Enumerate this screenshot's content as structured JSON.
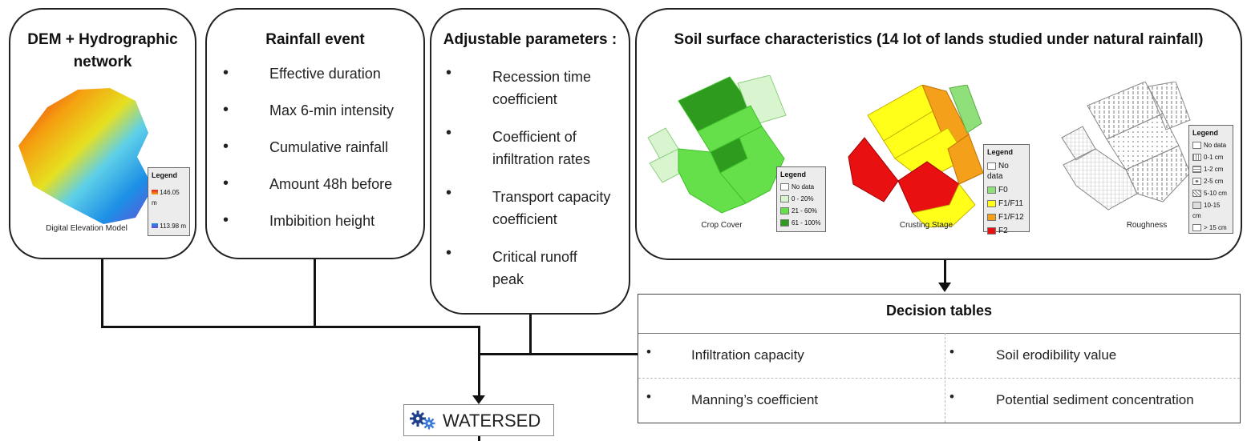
{
  "dem": {
    "title_line1": "DEM + Hydrographic",
    "title_line2": "network",
    "caption": "Digital Elevation Model",
    "legend_title": "Legend",
    "legend_max": "146.05 m",
    "legend_min": "113.98 m"
  },
  "rainfall": {
    "title": "Rainfall event",
    "items": [
      "Effective duration",
      "Max 6-min intensity",
      "Cumulative rainfall",
      "Amount 48h before",
      "Imbibition height"
    ]
  },
  "adjustable": {
    "title": "Adjustable parameters :",
    "items": [
      {
        "line1": "Recession time",
        "line2": "coefficient"
      },
      {
        "line1": "Coefficient of",
        "line2": "infiltration rates"
      },
      {
        "line1": "Transport capacity",
        "line2": "coefficient"
      },
      {
        "line1": "Critical runoff",
        "line2": "peak"
      }
    ]
  },
  "soil": {
    "title": "Soil surface characteristics (14 lot of lands studied under natural rainfall)",
    "maps": [
      {
        "caption": "Crop Cover",
        "legend_title": "Legend",
        "legend": [
          {
            "label": "No data",
            "color": "#ffffff"
          },
          {
            "label": "0 - 20%",
            "color": "#d9f5d0"
          },
          {
            "label": "21 - 60%",
            "color": "#66e04a"
          },
          {
            "label": "61 - 100%",
            "color": "#2e9a1e"
          }
        ]
      },
      {
        "caption": "Crusting Stage",
        "legend_title": "Legend",
        "legend": [
          {
            "label": "No data",
            "color": "#ffffff"
          },
          {
            "label": "F0",
            "color": "#8fe07a"
          },
          {
            "label": "F1/F11",
            "color": "#ffff1a"
          },
          {
            "label": "F1/F12",
            "color": "#f5a01a"
          },
          {
            "label": "F2",
            "color": "#e81010"
          }
        ]
      },
      {
        "caption": "Roughness",
        "legend_title": "Legend",
        "legend": [
          {
            "label": "No data"
          },
          {
            "label": "0-1 cm"
          },
          {
            "label": "1-2 cm"
          },
          {
            "label": "2-5 cm"
          },
          {
            "label": "5-10 cm"
          },
          {
            "label": "10-15 cm"
          },
          {
            "label": "> 15 cm"
          }
        ]
      }
    ]
  },
  "decision": {
    "title": "Decision tables",
    "cells": [
      "Infiltration capacity",
      "Soil erodibility value",
      "Manning’s coefficient",
      "Potential sediment concentration"
    ]
  },
  "watersed": {
    "label": "WATERSED"
  }
}
